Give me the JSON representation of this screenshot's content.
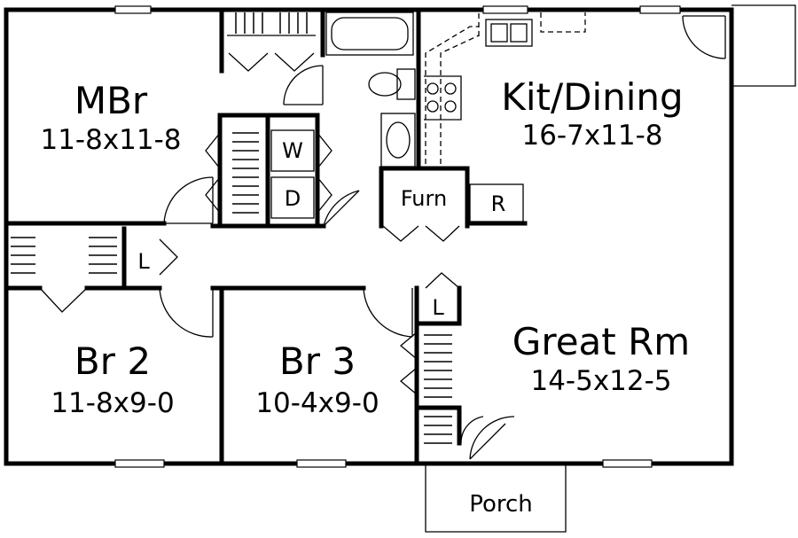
{
  "rooms": {
    "master_bedroom": {
      "name": "MBr",
      "dims": "11-8x11-8"
    },
    "kitchen_dining": {
      "name": "Kit/Dining",
      "dims": "16-7x11-8"
    },
    "bedroom_2": {
      "name": "Br 2",
      "dims": "11-8x9-0"
    },
    "bedroom_3": {
      "name": "Br 3",
      "dims": "10-4x9-0"
    },
    "great_room": {
      "name": "Great Rm",
      "dims": "14-5x12-5"
    }
  },
  "fixtures": {
    "washer": "W",
    "dryer": "D",
    "furnace": "Furn",
    "refrigerator": "R",
    "linen_hall": "L",
    "linen_br3": "L"
  },
  "porch": {
    "label": "Porch"
  }
}
